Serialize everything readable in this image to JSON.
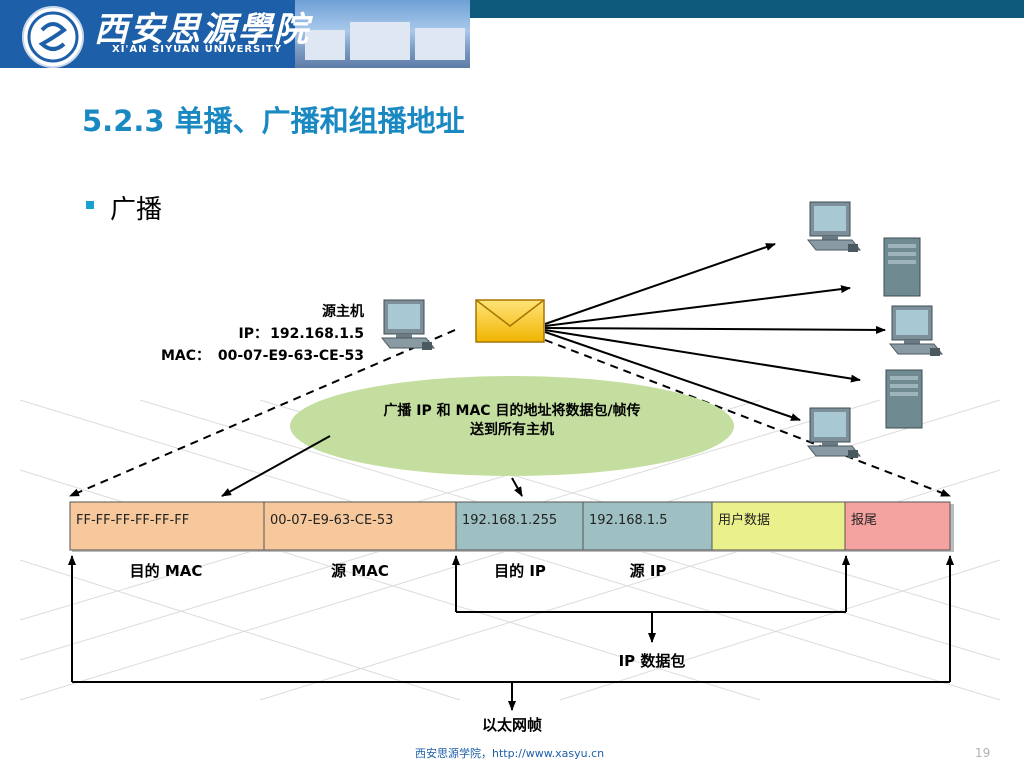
{
  "header": {
    "logo_cn": "西安思源學院",
    "logo_en": "XI'AN SIYUAN UNIVERSITY",
    "emblem": "university-emblem"
  },
  "slide": {
    "title": "5.2.3 单播、广播和组播地址",
    "bullet": "广播"
  },
  "diagram": {
    "source": {
      "name": "源主机",
      "ip_label": "IP：",
      "ip": "192.168.1.5",
      "mac_label": "MAC：",
      "mac": "00-07-E9-63-CE-53"
    },
    "bubble": {
      "line1": "广播 IP 和 MAC 目的地址将数据包/帧传",
      "line2": "送到所有主机"
    },
    "frame_fields": [
      {
        "value": "FF-FF-FF-FF-FF-FF",
        "color": "#f6c89c"
      },
      {
        "value": "00-07-E9-63-CE-53",
        "color": "#f6c89c"
      },
      {
        "value": "192.168.1.255",
        "color": "#9fc0c2"
      },
      {
        "value": "192.168.1.5",
        "color": "#9fc0c2"
      },
      {
        "value": "用户数据",
        "color": "#eaf08c"
      },
      {
        "value": "报尾",
        "color": "#f4a3a0"
      }
    ],
    "field_labels": [
      "目的 MAC",
      "源 MAC",
      "目的 IP",
      "源 IP"
    ],
    "packet_label": "IP 数据包",
    "frame_label": "以太网帧",
    "icons": {
      "envelope": "envelope-icon",
      "source": "pc-icon",
      "destinations": [
        "pc-icon",
        "server-icon",
        "pc-icon",
        "server-icon",
        "pc-icon"
      ]
    }
  },
  "footer": {
    "text": "西安思源学院，http://www.xasyu.cn",
    "page": "19"
  }
}
